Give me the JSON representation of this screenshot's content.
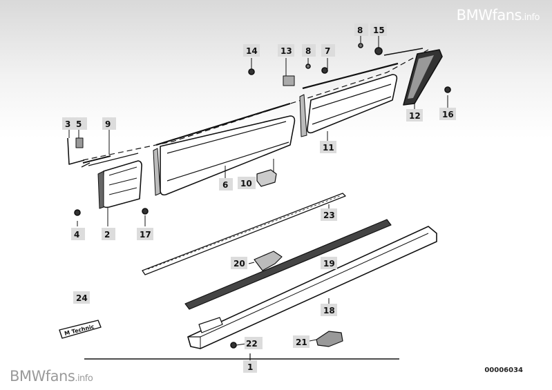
{
  "watermark_top": {
    "brand": "BMWfans",
    "suffix": ".info"
  },
  "watermark_bottom": {
    "brand": "BMWfans",
    "suffix": ".info"
  },
  "document_number": "00006034",
  "emblem_text": "M Technic",
  "callouts": {
    "p1": "1",
    "p2": "2",
    "p3": "3",
    "p4": "4",
    "p5": "5",
    "p6": "6",
    "p7": "7",
    "p8": "8",
    "p9": "9",
    "p10": "10",
    "p11": "11",
    "p12": "12",
    "p13": "13",
    "p14": "14",
    "p15": "15",
    "p16": "16",
    "p17": "17",
    "p18": "18",
    "p19": "19",
    "p20": "20",
    "p21": "21",
    "p22": "22",
    "p23": "23",
    "p24": "24"
  }
}
